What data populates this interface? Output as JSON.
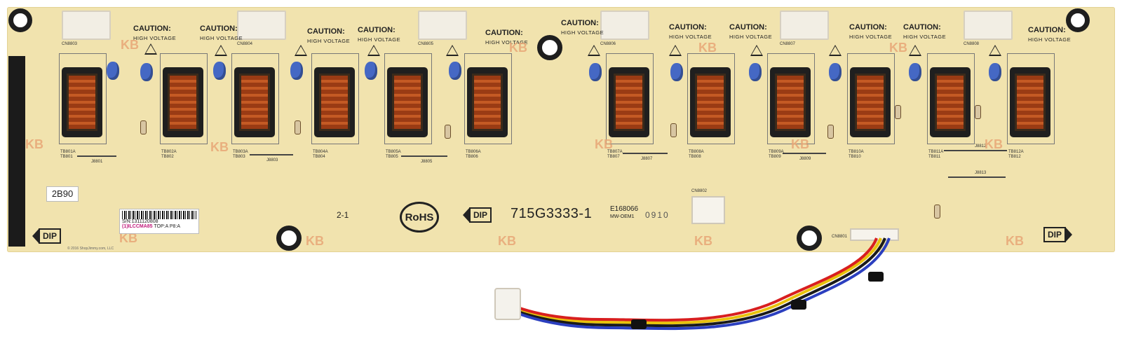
{
  "board": {
    "model_number": "715G3333-1",
    "ul_code": "E168066",
    "ul_sub": "MW-OEM1",
    "date_code": "0910",
    "stamp": "2B90",
    "board_rev": "2-1",
    "rohs_text": "RoHS",
    "dip_text": "DIP",
    "connector_main": "CN8802",
    "connector_cable": "CN8801",
    "barcode_label": {
      "model": "(1)ILCCMA85",
      "suffix": "TOP:A  P8:A",
      "serial": "S/N:1311120808"
    },
    "copyright": "© 2016 ShopJimmy.com, LLC",
    "caution_title": "CAUTION:",
    "caution_sub": "HIGH VOLTAGE",
    "kb_mark": "KB"
  },
  "top_connectors": [
    "CN8803",
    "CN8804",
    "CN8805",
    "CN8806",
    "CN8807",
    "CN8808"
  ],
  "transformers": [
    {
      "name": "TB801A",
      "sub": "TB801",
      "jumper": "J8801"
    },
    {
      "name": "TB802A",
      "sub": "TB802",
      "jumper": ""
    },
    {
      "name": "TB803A",
      "sub": "TB803",
      "jumper": "J8803"
    },
    {
      "name": "TB804A",
      "sub": "TB804",
      "jumper": ""
    },
    {
      "name": "TB805A",
      "sub": "TB805",
      "jumper": "J8805"
    },
    {
      "name": "TB806A",
      "sub": "TB806",
      "jumper": ""
    },
    {
      "name": "TB807A",
      "sub": "TB807",
      "jumper": "J8807"
    },
    {
      "name": "TB808A",
      "sub": "TB808",
      "jumper": ""
    },
    {
      "name": "TB809A",
      "sub": "TB809",
      "jumper": "J8809"
    },
    {
      "name": "TB810A",
      "sub": "TB810",
      "jumper": ""
    },
    {
      "name": "TB811A",
      "sub": "TB811",
      "jumper": "J8812"
    },
    {
      "name": "TB812A",
      "sub": "TB812",
      "jumper": "J8813"
    }
  ],
  "colors": {
    "board": "#f1e3ae",
    "coil": "#b44c1c",
    "capacitor": "#4568c4",
    "kb_watermark": "#e8a676"
  }
}
